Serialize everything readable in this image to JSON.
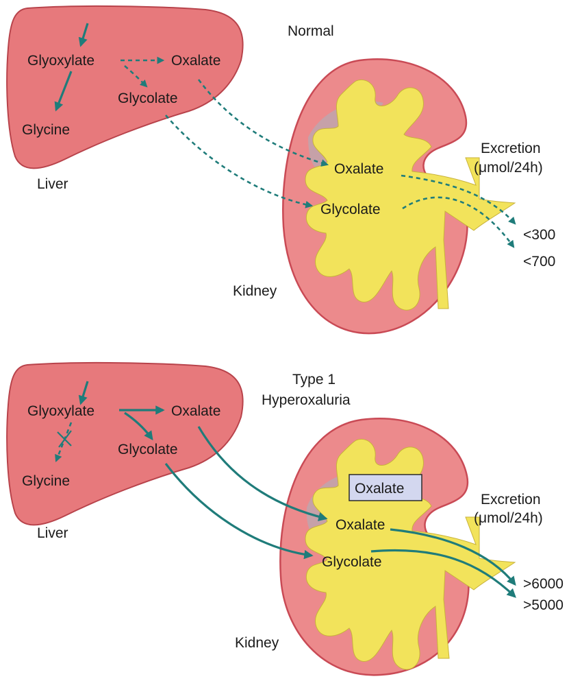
{
  "normal": {
    "title": "Normal",
    "liver": {
      "label": "Liver",
      "glyoxylate": "Glyoxylate",
      "oxalate": "Oxalate",
      "glycolate": "Glycolate",
      "glycine": "Glycine"
    },
    "kidney": {
      "label": "Kidney",
      "oxalate": "Oxalate",
      "glycolate": "Glycolate"
    },
    "excretion": {
      "title_line1": "Excretion",
      "title_line2": "(μmol/24h)",
      "value_oxalate": "<300",
      "value_glycolate": "<700"
    }
  },
  "type1": {
    "title_line1": "Type 1",
    "title_line2": "Hyperoxaluria",
    "liver": {
      "label": "Liver",
      "glyoxylate": "Glyoxylate",
      "oxalate": "Oxalate",
      "glycolate": "Glycolate",
      "glycine": "Glycine"
    },
    "kidney": {
      "label": "Kidney",
      "deposit": "Oxalate",
      "oxalate": "Oxalate",
      "glycolate": "Glycolate"
    },
    "excretion": {
      "title_line1": "Excretion",
      "title_line2": "(μmol/24h)",
      "value_oxalate": ">6000",
      "value_glycolate": ">5000"
    }
  },
  "colors": {
    "arrow": "#1f7c7a",
    "liver": "#e7797c",
    "kidney": "#ec8a8c",
    "pelvis": "#f2e35b",
    "deposit_box": "#d3d7ef"
  }
}
